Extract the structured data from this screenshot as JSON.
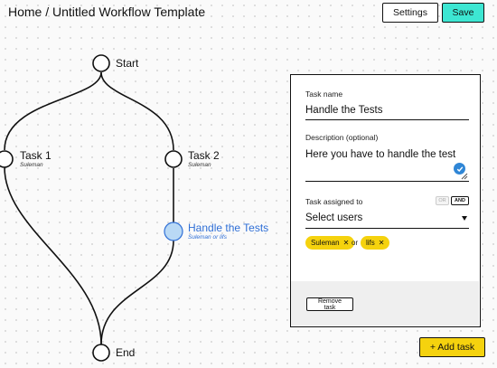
{
  "header": {
    "breadcrumb": "Home / Untitled Workflow Template",
    "settings_label": "Settings",
    "save_label": "Save"
  },
  "flow": {
    "start": {
      "label": "Start"
    },
    "task1": {
      "label": "Task 1",
      "sub": "Suleman"
    },
    "task2": {
      "label": "Task 2",
      "sub": "Suleman"
    },
    "task3": {
      "label": "Handle the Tests",
      "sub": "Suleman or lifs"
    },
    "end": {
      "label": "End"
    }
  },
  "panel": {
    "task_name_label": "Task name",
    "task_name_value": "Handle the Tests",
    "description_label": "Description (optional)",
    "description_value": "Here you have to handle the test",
    "assigned_label": "Task assigned to",
    "toggle_or": "OR",
    "toggle_and": "AND",
    "select_placeholder": "Select users",
    "assignees": [
      "Suleman",
      "lifs"
    ],
    "or_text": "or",
    "remove_label": "Remove task"
  },
  "add_task_label": "+ Add task",
  "colors": {
    "save": "#3de6d2",
    "accent": "#f5d20e",
    "selected_node": "#b9d9f5",
    "selected_text": "#2f6fd6"
  }
}
